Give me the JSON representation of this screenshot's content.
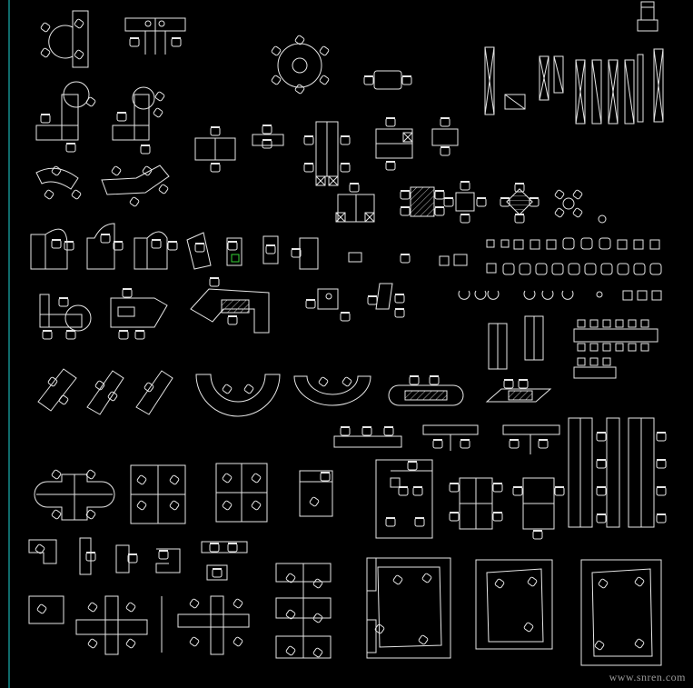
{
  "watermark": "www.snren.com",
  "colors": {
    "background": "#000000",
    "line": "#e6e6e6",
    "frame": "#1fd3d3",
    "highlight": "#36d236",
    "hatch": "#bdbdbd"
  },
  "blocks": [
    {
      "name": "executive-desk-with-round-chair-block"
    },
    {
      "name": "paired-desk-block"
    },
    {
      "name": "round-table-with-chairs-block"
    },
    {
      "name": "small-meeting-table-block"
    },
    {
      "name": "top-right-chair-block"
    },
    {
      "name": "shelving-elevation-block"
    },
    {
      "name": "l-desk-block"
    },
    {
      "name": "curved-workstation-block"
    },
    {
      "name": "square-meeting-table-block"
    },
    {
      "name": "reception-desk-block"
    },
    {
      "name": "curved-desk-block"
    },
    {
      "name": "chair-row-block"
    },
    {
      "name": "conference-table-block"
    },
    {
      "name": "semicircle-workstation-block"
    },
    {
      "name": "benching-block"
    },
    {
      "name": "cross-cubicle-block"
    },
    {
      "name": "long-bench-block"
    },
    {
      "name": "u-shaped-workspace-block"
    }
  ]
}
